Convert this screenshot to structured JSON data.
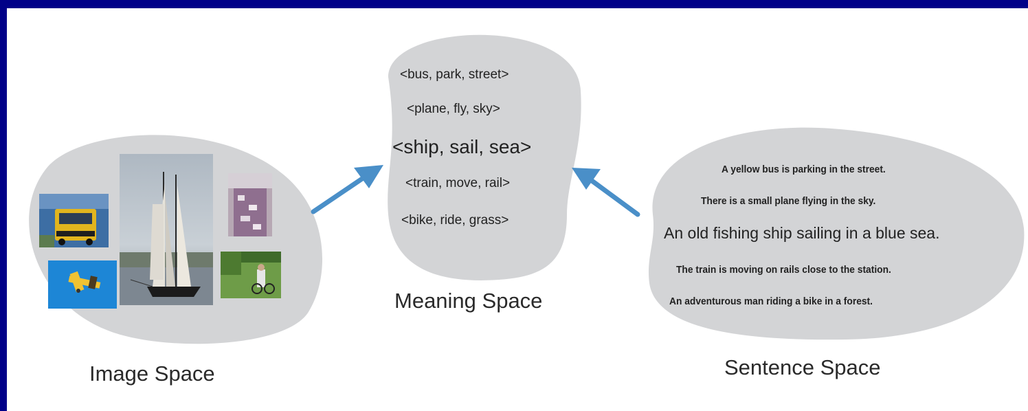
{
  "meaning_space": {
    "label": "Meaning Space",
    "tuples": [
      "<bus, park, street>",
      "<plane, fly, sky>",
      "<ship, sail, sea>",
      "<train, move, rail>",
      "<bike, ride, grass>"
    ]
  },
  "image_space": {
    "label": "Image Space",
    "images": [
      "bus-photo",
      "plane-photo",
      "ship-photo",
      "street-photo",
      "bike-photo"
    ]
  },
  "sentence_space": {
    "label": "Sentence Space",
    "sentences": [
      "A yellow bus is parking in the street.",
      "There is a small plane flying in the sky.",
      "An old fishing ship sailing in a blue sea.",
      "The train is moving on rails close to the station.",
      "An adventurous man riding a bike in a forest."
    ]
  },
  "colors": {
    "frame": "#000088",
    "blob": "#d3d4d6",
    "arrow": "#4a8fc8"
  }
}
